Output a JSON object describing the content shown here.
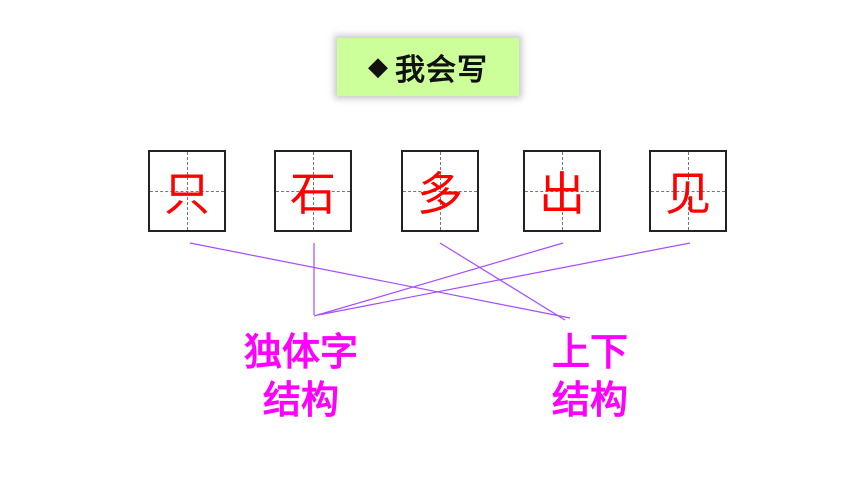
{
  "title": {
    "icon": "diamond-bullet-icon",
    "text": "我会写"
  },
  "characters": [
    "只",
    "石",
    "多",
    "出",
    "见"
  ],
  "categories": {
    "single": {
      "line1": "独体字",
      "line2": "结构"
    },
    "top_bottom": {
      "line1": "上下",
      "line2": "结构"
    }
  },
  "colors": {
    "character": "#ff0000",
    "label": "#ff00ff",
    "line": "#a64dff",
    "title_bg": "#ccff99"
  }
}
